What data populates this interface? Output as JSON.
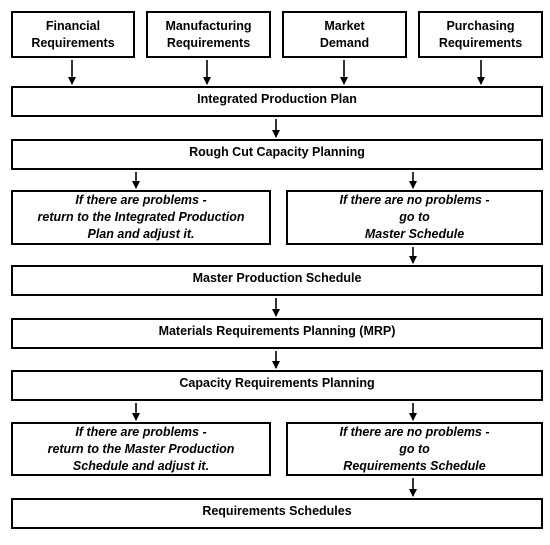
{
  "inputs": {
    "financial": "Financial\nRequirements",
    "manufacturing": "Manufacturing\nRequirements",
    "market": "Market\nDemand",
    "purchasing": "Purchasing\nRequirements"
  },
  "steps": {
    "integrated_production_plan": "Integrated Production Plan",
    "rough_cut_capacity_planning": "Rough Cut Capacity Planning",
    "master_production_schedule": "Master Production Schedule",
    "mrp": "Materials Requirements Planning (MRP)",
    "capacity_requirements_planning": "Capacity Requirements Planning",
    "requirements_schedules": "Requirements Schedules"
  },
  "decisions": {
    "rccp_problems": "If there are problems -\nreturn to the Integrated Production\nPlan and adjust it.",
    "rccp_no_problems": "If there are no problems -\ngo to\nMaster Schedule",
    "crp_problems": "If there are problems -\nreturn to the  Master Production\nSchedule and adjust it.",
    "crp_no_problems": "If there are no problems -\ngo to\nRequirements Schedule"
  }
}
